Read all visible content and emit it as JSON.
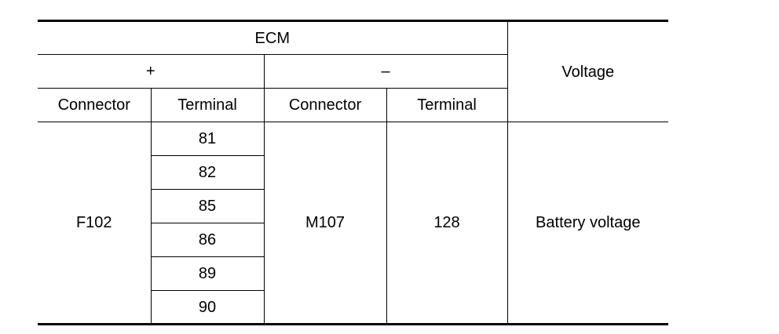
{
  "table": {
    "header": {
      "group": "ECM",
      "plus": "+",
      "minus": "–",
      "voltage": "Voltage",
      "plus_connector": "Connector",
      "plus_terminal": "Terminal",
      "minus_connector": "Connector",
      "minus_terminal": "Terminal"
    },
    "row": {
      "plus_connector": "F102",
      "plus_terminals": [
        "81",
        "82",
        "85",
        "86",
        "89",
        "90"
      ],
      "minus_connector": "M107",
      "minus_terminal": "128",
      "voltage": "Battery voltage"
    }
  }
}
